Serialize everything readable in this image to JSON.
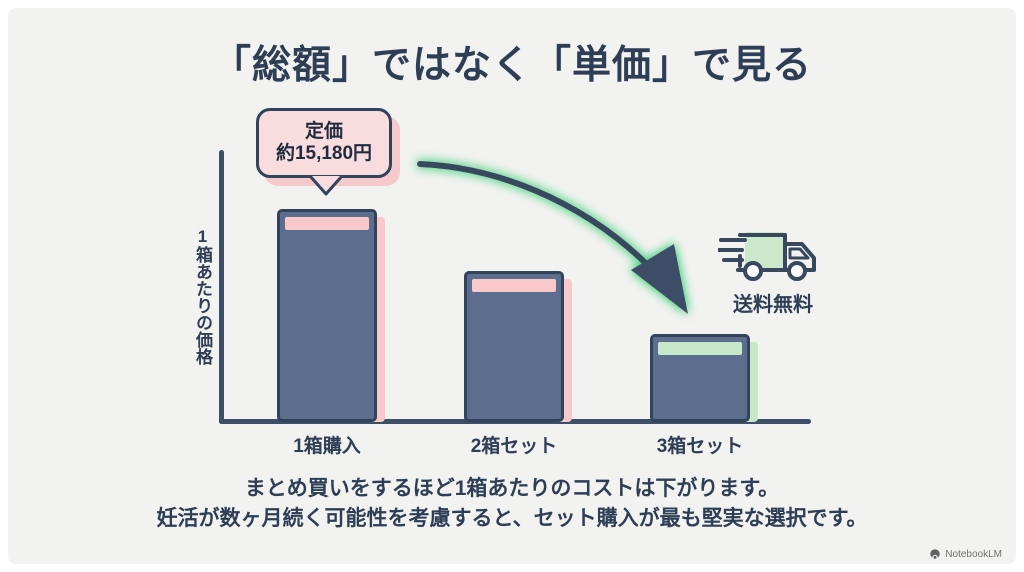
{
  "title": "「総額」ではなく「単価」で見る",
  "chart": {
    "y_axis_label": "1箱あたりの価格",
    "callout": {
      "line1": "定価",
      "line2": "約15,180円"
    },
    "badge": {
      "icon": "delivery-truck-icon",
      "label": "送料無料"
    },
    "arrow": {
      "icon": "curved-arrow-icon"
    }
  },
  "caption": {
    "line1": "まとめ買いをするほど1箱あたりのコストは下がります。",
    "line2": "妊活が数ヶ月続く可能性を考慮すると、セット購入が最も堅実な選択です。"
  },
  "watermark": {
    "icon": "notebooklm-logo-icon",
    "label": "NotebookLM"
  },
  "colors": {
    "background": "#f2f2f0",
    "ink": "#2e3e55",
    "bar_fill": "#5d6d8d",
    "bar_stroke": "#32435c",
    "accent_pink": "#f9c8cb",
    "accent_pink_light": "#f9dcdd",
    "accent_green": "#c6e7c8",
    "accent_green_glow": "#7fe0a0"
  },
  "chart_data": {
    "type": "bar",
    "title": "「総額」ではなく「単価」で見る",
    "xlabel": "",
    "ylabel": "1箱あたりの価格",
    "categories": [
      "1箱購入",
      "2箱セット",
      "3箱セット"
    ],
    "values": [
      100,
      68,
      40
    ],
    "ylim": [
      0,
      118
    ],
    "grid": false,
    "legend": false,
    "bar_accents": [
      "pink",
      "pink",
      "green"
    ],
    "annotations": [
      {
        "text": "定価 約15,180円",
        "target": "1箱購入",
        "type": "callout"
      },
      {
        "text": "送料無料",
        "target": "3箱セット",
        "type": "badge"
      }
    ]
  }
}
